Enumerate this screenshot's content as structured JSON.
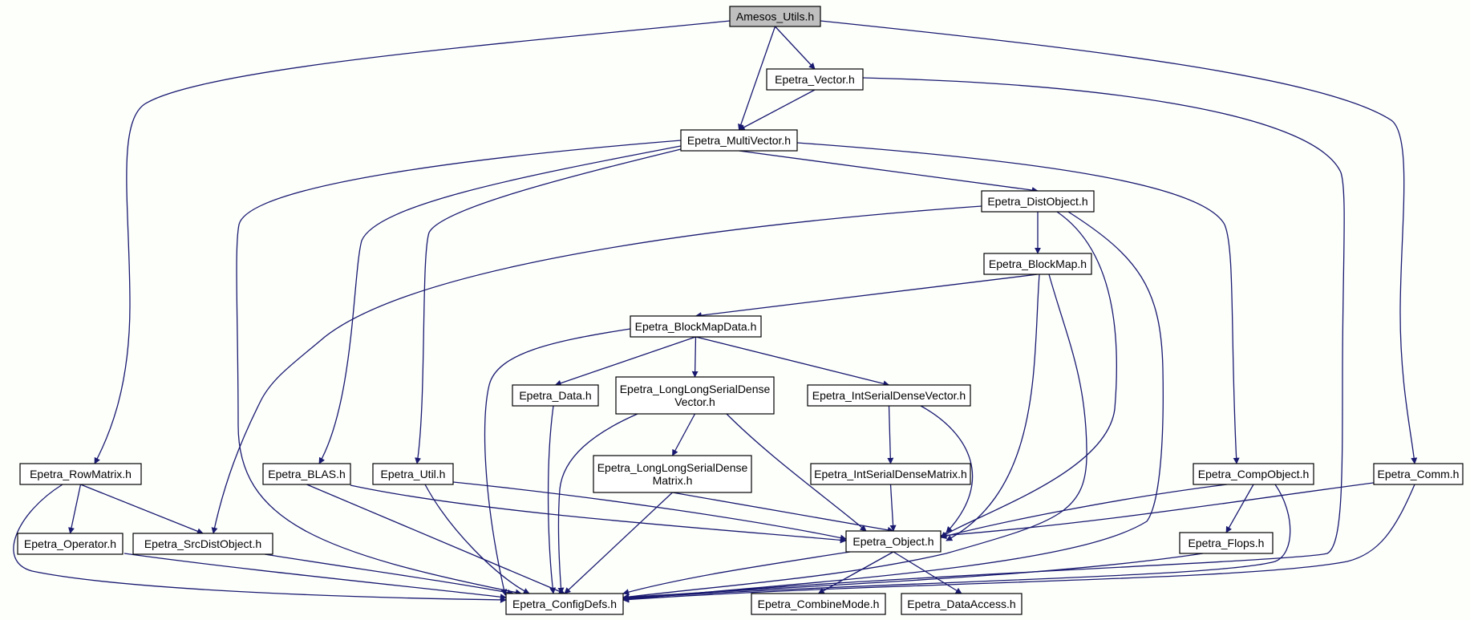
{
  "colors": {
    "edge": "#191970",
    "root_fill": "#bfbfbf",
    "node_fill": "#ffffff",
    "background": "#fdfffb"
  },
  "nodes": {
    "amesos_utils": [
      "Amesos_Utils.h"
    ],
    "epetra_vector": [
      "Epetra_Vector.h"
    ],
    "epetra_multivector": [
      "Epetra_MultiVector.h"
    ],
    "epetra_distobject": [
      "Epetra_DistObject.h"
    ],
    "epetra_blockmap": [
      "Epetra_BlockMap.h"
    ],
    "epetra_blockmapdata": [
      "Epetra_BlockMapData.h"
    ],
    "epetra_data": [
      "Epetra_Data.h"
    ],
    "epetra_llsdv": [
      "Epetra_LongLongSerialDense",
      "Vector.h"
    ],
    "epetra_isdv": [
      "Epetra_IntSerialDenseVector.h"
    ],
    "epetra_llsdm": [
      "Epetra_LongLongSerialDense",
      "Matrix.h"
    ],
    "epetra_isdm": [
      "Epetra_IntSerialDenseMatrix.h"
    ],
    "epetra_rowmatrix": [
      "Epetra_RowMatrix.h"
    ],
    "epetra_blas": [
      "Epetra_BLAS.h"
    ],
    "epetra_util": [
      "Epetra_Util.h"
    ],
    "epetra_compobject": [
      "Epetra_CompObject.h"
    ],
    "epetra_comm": [
      "Epetra_Comm.h"
    ],
    "epetra_operator": [
      "Epetra_Operator.h"
    ],
    "epetra_srcdistobject": [
      "Epetra_SrcDistObject.h"
    ],
    "epetra_object": [
      "Epetra_Object.h"
    ],
    "epetra_flops": [
      "Epetra_Flops.h"
    ],
    "epetra_configdefs": [
      "Epetra_ConfigDefs.h"
    ],
    "epetra_combinemode": [
      "Epetra_CombineMode.h"
    ],
    "epetra_dataaccess": [
      "Epetra_DataAccess.h"
    ]
  },
  "edges": [
    [
      "amesos_utils",
      "epetra_vector"
    ],
    [
      "amesos_utils",
      "epetra_multivector"
    ],
    [
      "amesos_utils",
      "epetra_rowmatrix"
    ],
    [
      "amesos_utils",
      "epetra_comm"
    ],
    [
      "epetra_vector",
      "epetra_multivector"
    ],
    [
      "epetra_vector",
      "epetra_configdefs"
    ],
    [
      "epetra_multivector",
      "epetra_distobject"
    ],
    [
      "epetra_multivector",
      "epetra_blas"
    ],
    [
      "epetra_multivector",
      "epetra_util"
    ],
    [
      "epetra_multivector",
      "epetra_compobject"
    ],
    [
      "epetra_multivector",
      "epetra_configdefs"
    ],
    [
      "epetra_distobject",
      "epetra_blockmap"
    ],
    [
      "epetra_distobject",
      "epetra_srcdistobject"
    ],
    [
      "epetra_distobject",
      "epetra_object"
    ],
    [
      "epetra_distobject",
      "epetra_configdefs"
    ],
    [
      "epetra_blockmap",
      "epetra_blockmapdata"
    ],
    [
      "epetra_blockmap",
      "epetra_object"
    ],
    [
      "epetra_blockmap",
      "epetra_configdefs"
    ],
    [
      "epetra_blockmapdata",
      "epetra_data"
    ],
    [
      "epetra_blockmapdata",
      "epetra_llsdv"
    ],
    [
      "epetra_blockmapdata",
      "epetra_isdv"
    ],
    [
      "epetra_blockmapdata",
      "epetra_configdefs"
    ],
    [
      "epetra_data",
      "epetra_configdefs"
    ],
    [
      "epetra_llsdv",
      "epetra_llsdm"
    ],
    [
      "epetra_llsdv",
      "epetra_object"
    ],
    [
      "epetra_llsdv",
      "epetra_configdefs"
    ],
    [
      "epetra_isdv",
      "epetra_isdm"
    ],
    [
      "epetra_isdv",
      "epetra_object"
    ],
    [
      "epetra_llsdm",
      "epetra_object"
    ],
    [
      "epetra_llsdm",
      "epetra_configdefs"
    ],
    [
      "epetra_isdm",
      "epetra_object"
    ],
    [
      "epetra_rowmatrix",
      "epetra_operator"
    ],
    [
      "epetra_rowmatrix",
      "epetra_srcdistobject"
    ],
    [
      "epetra_rowmatrix",
      "epetra_configdefs"
    ],
    [
      "epetra_blas",
      "epetra_object"
    ],
    [
      "epetra_blas",
      "epetra_configdefs"
    ],
    [
      "epetra_util",
      "epetra_object"
    ],
    [
      "epetra_util",
      "epetra_configdefs"
    ],
    [
      "epetra_compobject",
      "epetra_flops"
    ],
    [
      "epetra_compobject",
      "epetra_object"
    ],
    [
      "epetra_compobject",
      "epetra_configdefs"
    ],
    [
      "epetra_comm",
      "epetra_object"
    ],
    [
      "epetra_comm",
      "epetra_configdefs"
    ],
    [
      "epetra_operator",
      "epetra_configdefs"
    ],
    [
      "epetra_srcdistobject",
      "epetra_configdefs"
    ],
    [
      "epetra_object",
      "epetra_configdefs"
    ],
    [
      "epetra_object",
      "epetra_combinemode"
    ],
    [
      "epetra_object",
      "epetra_dataaccess"
    ],
    [
      "epetra_flops",
      "epetra_configdefs"
    ]
  ]
}
